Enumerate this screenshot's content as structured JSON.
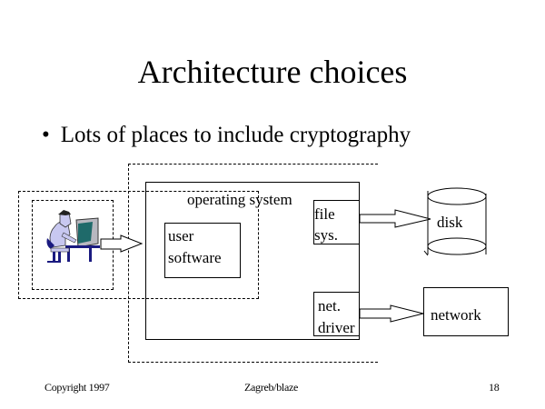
{
  "slide": {
    "title": "Architecture choices",
    "bullets": [
      {
        "text": "Lots of places to include cryptography"
      }
    ]
  },
  "diagram": {
    "user_icon": "person-at-computer-icon",
    "nodes": {
      "operating_system": "operating system",
      "user_software_line1": "user",
      "user_software_line2": "software",
      "file_sys_line1": "file",
      "file_sys_line2": "sys.",
      "net_driver_line1": "net.",
      "net_driver_line2": "driver",
      "disk": "disk",
      "network": "network"
    }
  },
  "footer": {
    "copyright": "Copyright 1997",
    "center": "Zagreb/blaze",
    "page_number": "18"
  }
}
